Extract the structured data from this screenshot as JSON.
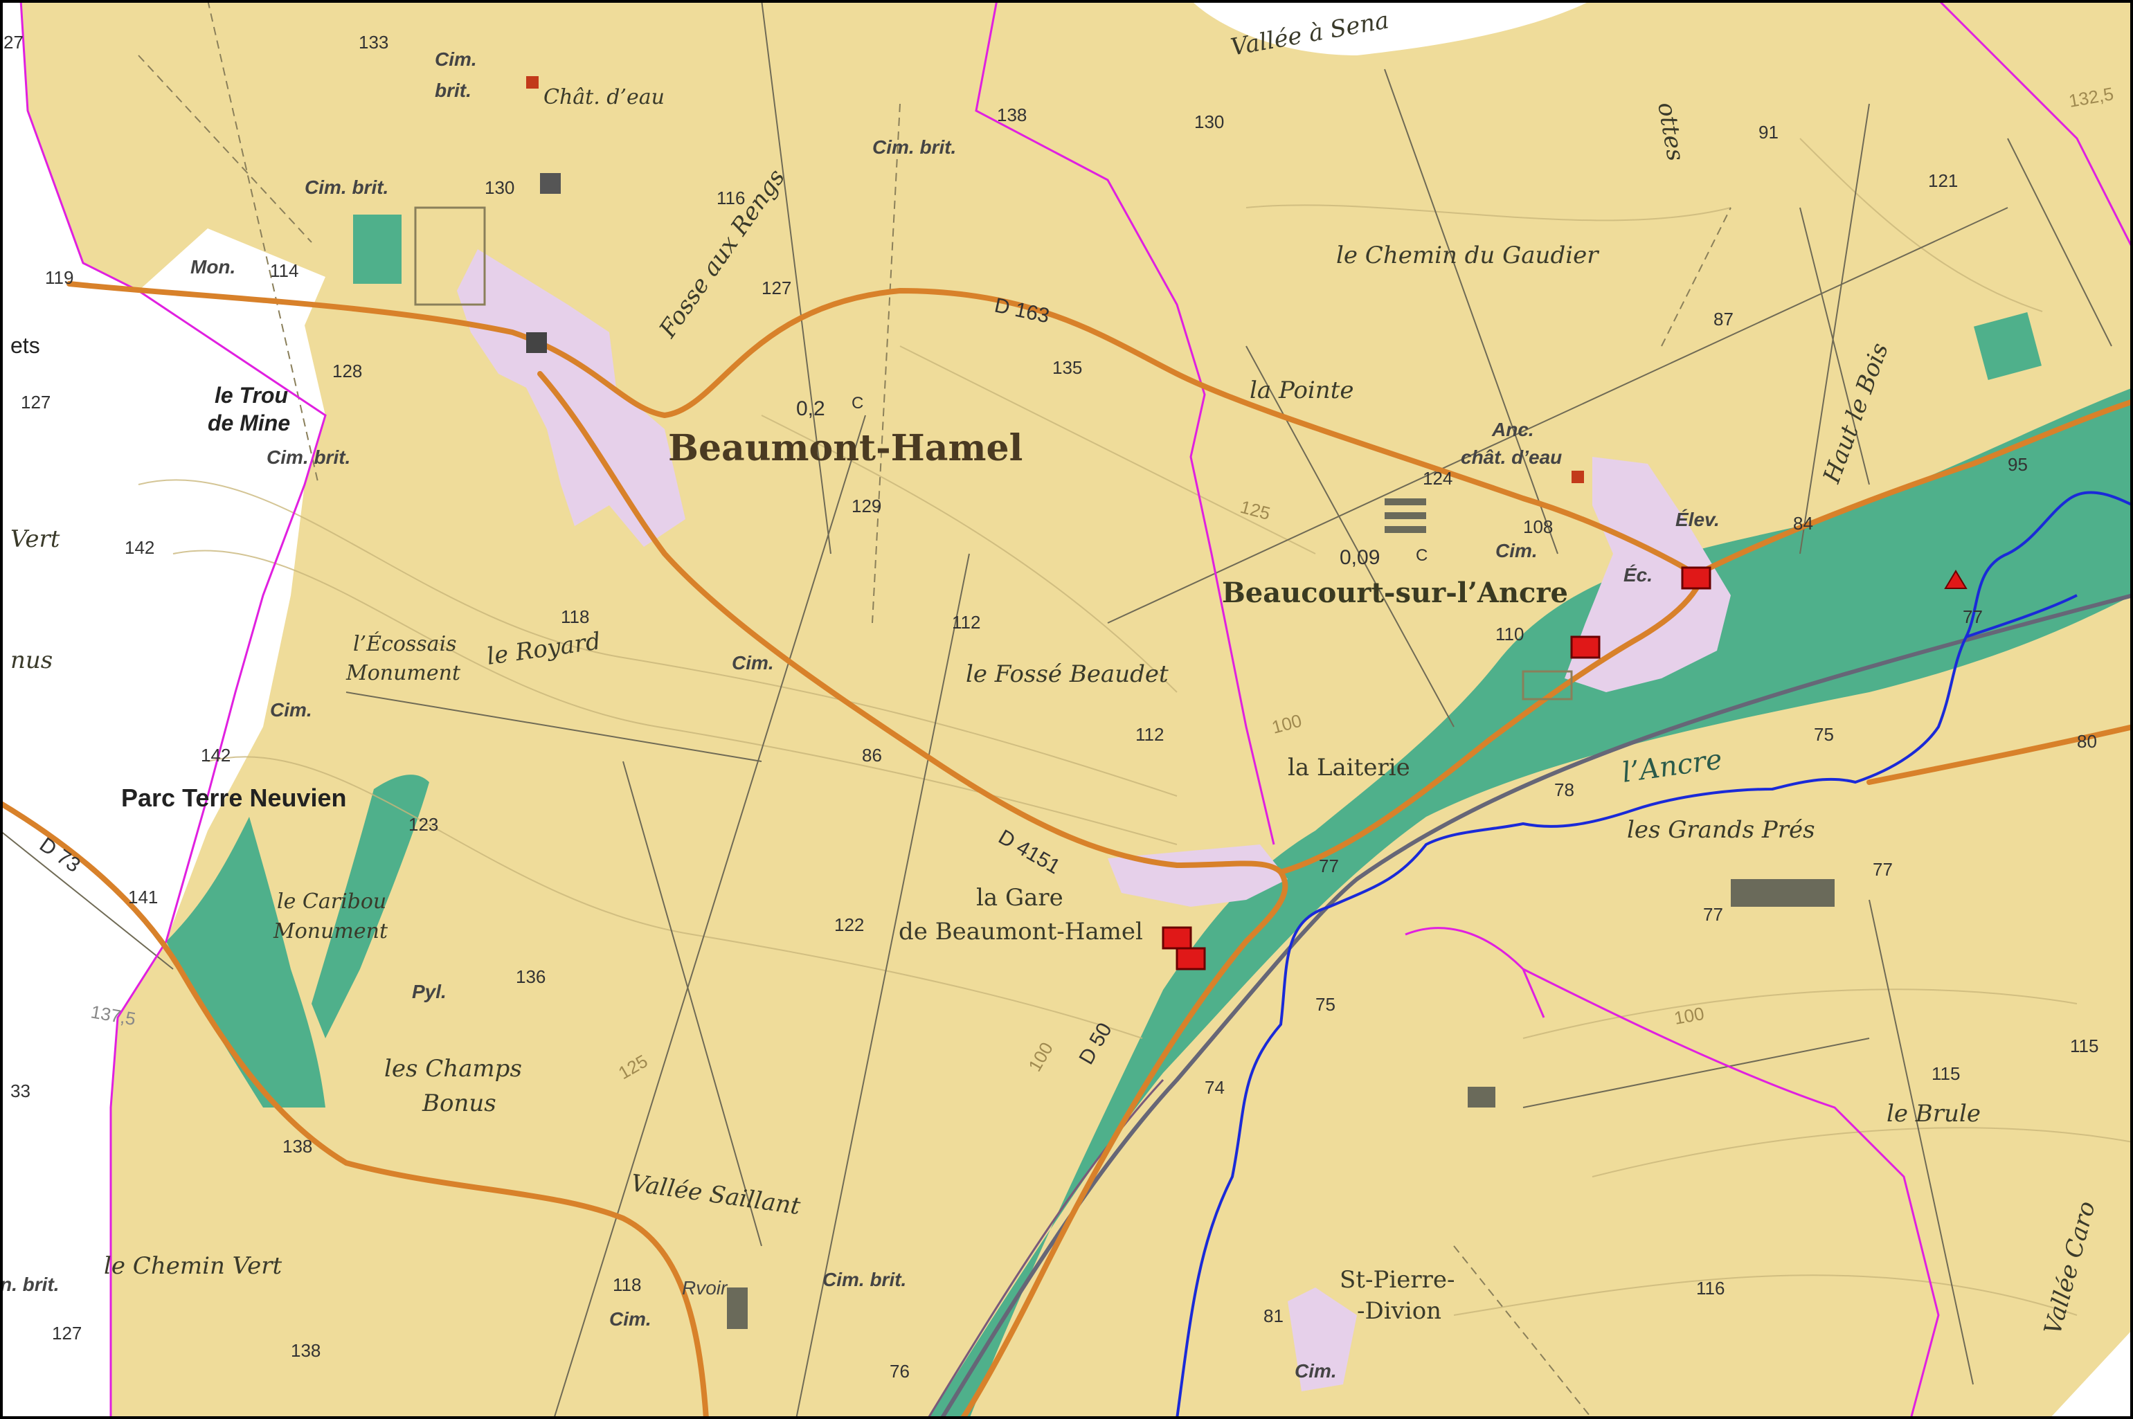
{
  "colors": {
    "farmland": "#efdc9a",
    "forest": "#4fb08b",
    "outside": "#ffffff",
    "commune_border": "#e020e0",
    "road": "#d8812a",
    "river": "#1a2ad8",
    "railway": "#555566",
    "village": "#e6d0ea"
  },
  "labels": {
    "beaumont_hamel": "Beaumont-Hamel",
    "beaucourt": "Beaucourt-sur-l’Ancre",
    "gare_line1": "la Gare",
    "gare_line2": "de Beaumont-Hamel",
    "st_pierre_line1": "St-Pierre-",
    "st_pierre_line2": "-Divion",
    "vallee_sena": "Vallée à Sena",
    "chemin_gaudier": "le Chemin du Gaudier",
    "la_pointe": "la Pointe",
    "fosse_rengs": "Fosse aux Rengs",
    "haut_le_bois": "Haut le Bois",
    "fosse_beaudet": "le Fossé Beaudet",
    "le_royard": "le Royard",
    "ecossais_1": "l’Écossais",
    "ecossais_2": "Monument",
    "parc": "Parc Terre Neuvien",
    "caribou_1": "le Caribou",
    "caribou_2": "Monument",
    "champs_1": "les Champs",
    "champs_2": "Bonus",
    "vallee_saillant": "Vallée Saillant",
    "chemin_vert": "le Chemin Vert",
    "la_laiterie": "la Laiterie",
    "ancre": "l’Ancre",
    "grands_pres": "les Grands Prés",
    "le_brule": "le Brule",
    "vallee_caro": "Vallée Caro",
    "trou_1": "le Trou",
    "trou_2": "de Mine",
    "ottes": "ottes",
    "ets": "ets",
    "vert": "Vert",
    "nus": "nus",
    "chat_eau": "Chât. d’eau",
    "anc_1": "Anc.",
    "anc_2": "chât. d’eau",
    "elev": "Élev.",
    "ec": "Éc.",
    "rvoir": "Rvoir",
    "pyl": "Pyl.",
    "mon": "Mon.",
    "cim": "Cim.",
    "cim_brit": "Cim. brit.",
    "brit": "brit.",
    "n_brit": "n. brit.",
    "area1": "0,2",
    "area2": "0,09",
    "c": "C"
  },
  "roads": {
    "d163": "D 163",
    "d4151": "D 4151",
    "d50": "D 50",
    "d73": "D 73"
  },
  "altitudes": {
    "a133": "133",
    "a130": "130",
    "a130b": "130",
    "a138": "138",
    "a116": "116",
    "a127": "127",
    "a114": "114",
    "a119": "119",
    "a128": "128",
    "a127b": "127",
    "a142": "142",
    "a135": "135",
    "a129": "129",
    "a112": "112",
    "a112b": "112",
    "a118": "118",
    "a86": "86",
    "a142b": "142",
    "a123": "123",
    "a141": "141",
    "a136": "136",
    "a122": "122",
    "a138b": "138",
    "a118b": "118",
    "a127c": "127",
    "a138c": "138",
    "a33": "33",
    "a124": "124",
    "a108": "108",
    "a110": "110",
    "a91": "91",
    "a87": "87",
    "a121": "121",
    "a84": "84",
    "a95": "95",
    "a77": "77",
    "a75": "75",
    "a78": "78",
    "a77b": "77",
    "a77c": "77",
    "a77d": "77",
    "a80": "80",
    "a75b": "75",
    "a74": "74",
    "a115": "115",
    "a115b": "115",
    "a116b": "116",
    "a76": "76",
    "a81": "81",
    "a27": "27",
    "c125": "125",
    "c100": "100",
    "c1375": "137,5",
    "c1325": "132,5",
    "c125b": "125",
    "c100b": "100",
    "c100c": "100"
  }
}
